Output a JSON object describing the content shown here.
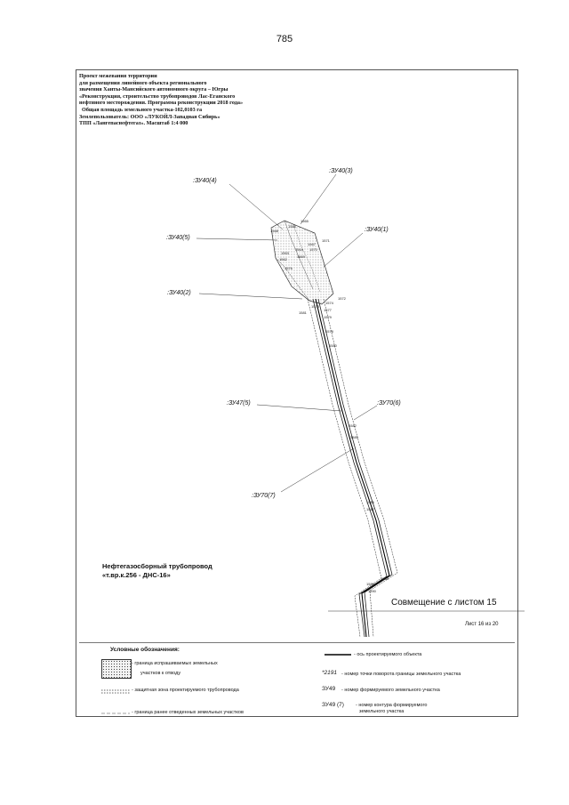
{
  "page_number": "785",
  "header": [
    "Проект межевания территории",
    "для размещения линейного объекта регионального",
    "значения Ханты-Мансийского автономного округа – Югры",
    "«Реконструкция, строительство трубопроводов Лас-Еганского",
    "нефтяного месторождения. Программа реконструкции 2018 года»",
    "Общая площадь земельного участка-102,0103 га",
    "Землепользователь: ООО «ЛУКОЙЛ-Западная Сибирь»",
    "ТПП «Лангепаснефтегаз». Масштаб 1:4 000"
  ],
  "map": {
    "labels": {
      "zu40_4": ":ЗУ40(4)",
      "zu40_3": ":ЗУ40(3)",
      "zu40_5": ":ЗУ40(5)",
      "zu40_1": ":ЗУ40(1)",
      "zu40_2": ":ЗУ40(2)",
      "zu47_5": ":ЗУ47(5)",
      "zu70_6": ":ЗУ70(6)",
      "zu70_7": ":ЗУ70(7)"
    },
    "points": {
      "p1568": "1568",
      "p1566": "1566",
      "p1565": "1565",
      "p1571": "1571",
      "p1567": "1567",
      "p1564": "1564",
      "p1570": "1570",
      "p1563": "1563",
      "p1569": "1569",
      "p1562": "1562",
      "p1576": "1576",
      "p1572": "1572",
      "p1574": "1574",
      "p1573": "1573",
      "p1581": "1581",
      "p1577": "1577",
      "p1579": "1579",
      "p1578": "1578",
      "p1580": "1580",
      "p1582": "1582",
      "p1585": "1585",
      "p1586": "1586",
      "p1587": "1587",
      "p1588": "1588",
      "p1589": "1589",
      "p1590": "1590"
    }
  },
  "pipeline_name_line1": "Нефтегазосборный трубопровод",
  "pipeline_name_line2": "«т.вр.к.256 - ДНС-16»",
  "match_line": "Совмещение с листом 15",
  "sheet": "Лист 16 из 20",
  "legend": {
    "title": "Условные обозначения:",
    "boundary_requested_1": "- граница испрашиваемых земельных",
    "boundary_requested_2": "участков к отводу",
    "protective_zone": "- защитная зона проектируемого трубопровода",
    "boundary_previous": "- граница ранее отведенных земельных участков",
    "axis": "- ось проектируемого объекта",
    "point_code": "2191",
    "point_text": "- номер точки поворота границы земельного участка",
    "parcel_code": "ЗУ49",
    "parcel_text": "- номер формируемого земельного участка",
    "contour_code": "ЗУ49 (7)",
    "contour_text_1": "- номер контура формируемого",
    "contour_text_2": "земельного участка"
  }
}
